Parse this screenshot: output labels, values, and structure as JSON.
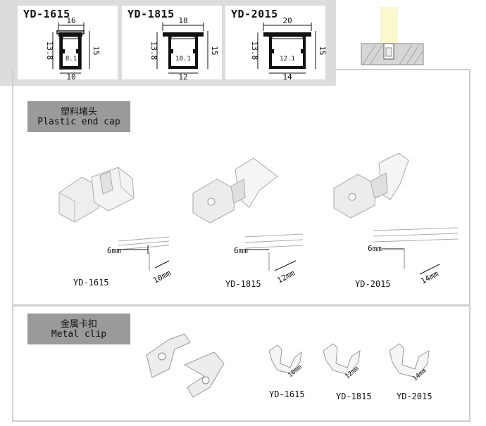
{
  "profiles": [
    {
      "name": "YD-1615",
      "top_width": "16",
      "height_left": "13.8",
      "height_right": "15",
      "inner_width": "8.1",
      "bottom_width": "10"
    },
    {
      "name": "YD-1815",
      "top_width": "18",
      "height_left": "13.8",
      "height_right": "15",
      "inner_width": "10.1",
      "bottom_width": "12"
    },
    {
      "name": "YD-2015",
      "top_width": "20",
      "height_left": "13.8",
      "height_right": "15",
      "inner_width": "12.1",
      "bottom_width": "14"
    }
  ],
  "sections": {
    "end_cap": {
      "title_zh": "塑料堵头",
      "title_en": "Plastic end cap"
    },
    "clip": {
      "title_zh": "金属卡扣",
      "title_en": "Metal clip"
    }
  },
  "end_caps": [
    {
      "model": "YD-1615",
      "depth": "6mm",
      "width": "10mm"
    },
    {
      "model": "YD-1815",
      "depth": "6mm",
      "width": "12mm"
    },
    {
      "model": "YD-2015",
      "depth": "6mm",
      "width": "14mm"
    }
  ],
  "clips": [
    {
      "model": "YD-1615",
      "width": "10mm"
    },
    {
      "model": "YD-1815",
      "width": "12mm"
    },
    {
      "model": "YD-2015",
      "width": "14mm"
    }
  ]
}
